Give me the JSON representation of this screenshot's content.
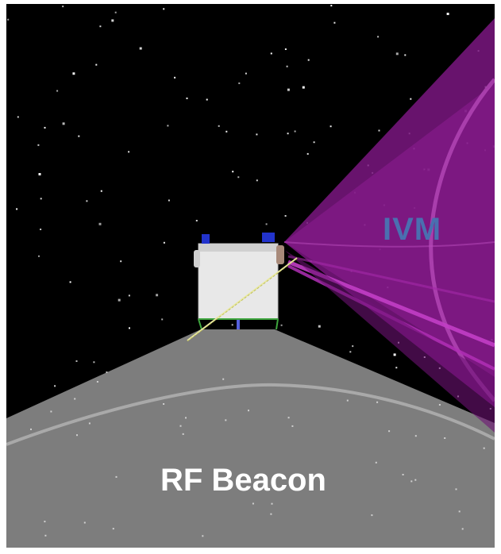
{
  "scene": {
    "labels": {
      "ivm": "IVM",
      "rf_beacon": "RF Beacon"
    },
    "colors": {
      "space_background": "#000000",
      "planet_surface": "#7d7d7d",
      "planet_ridge": "#a9a9a9",
      "ivm_beam": "#8a1a8e",
      "ivm_label": "#4a6fb0",
      "rf_label": "#ffffff",
      "spacecraft_body": "#e6e6e6",
      "spacecraft_thrusters": "#2233cc",
      "spacecraft_edges": "#3fa63f",
      "rf_beam_line": "#e8e8a0"
    },
    "objects": [
      "black-starfield-background",
      "grey-planet-surface",
      "white-cubic-spacecraft",
      "magenta-ivm-field-of-view-cone",
      "yellow-rf-beacon-line"
    ]
  }
}
